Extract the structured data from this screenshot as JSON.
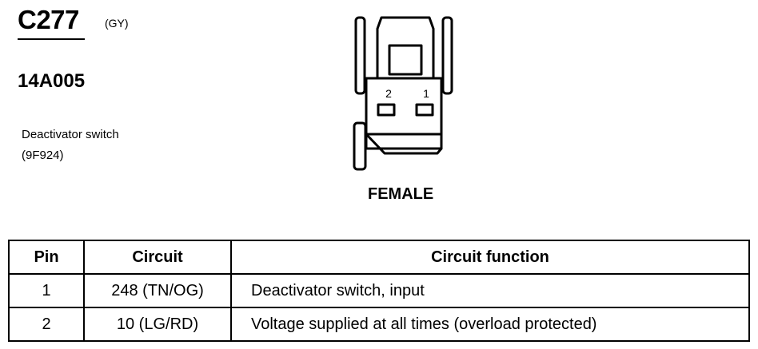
{
  "header": {
    "connector_id": "C277",
    "color_code": "(GY)",
    "part_number": "14A005",
    "description_line1": "Deactivator switch",
    "description_line2": "(9F924)"
  },
  "diagram": {
    "pin_labels": [
      "2",
      "1"
    ],
    "gender": "FEMALE"
  },
  "table": {
    "headers": [
      "Pin",
      "Circuit",
      "Circuit function"
    ],
    "rows": [
      {
        "pin": "1",
        "circuit": "248 (TN/OG)",
        "function": "Deactivator switch, input"
      },
      {
        "pin": "2",
        "circuit": "10 (LG/RD)",
        "function": "Voltage supplied at all times (overload protected)"
      }
    ]
  }
}
